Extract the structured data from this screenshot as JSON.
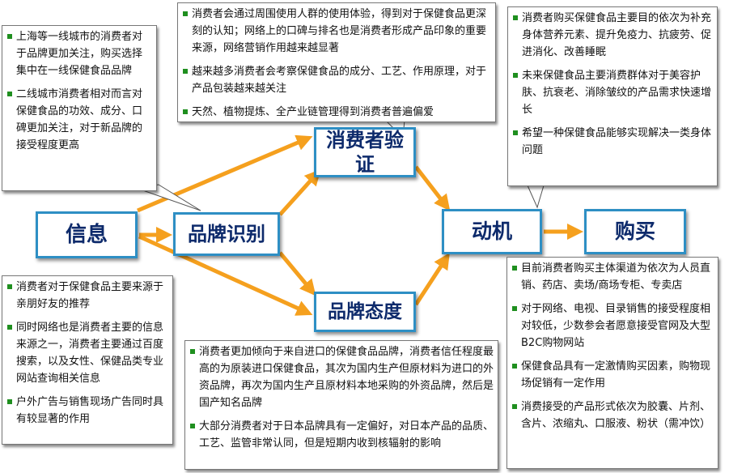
{
  "nodes": {
    "info": "信息",
    "brand_recognition": "品牌识别",
    "consumer_verification": "消费者验证",
    "brand_attitude": "品牌态度",
    "motivation": "动机",
    "purchase": "购买"
  },
  "notes": {
    "top_left": [
      "上海等一线城市的消费者对于品牌更加关注，购买选择集中在一线保健食品品牌",
      "二线城市消费者相对而言对保健食品的功效、成分、口碑更加关注，对于新品牌的接受程度更高"
    ],
    "top_center": [
      "消费者会通过周围使用人群的使用体验，得到对于保健食品更深刻的认知；网络上的口碑与排名也是消费者形成产品印象的重要来源，网络营销作用越来越显著",
      "越来越多消费者会考察保健食品的成分、工艺、作用原理，对于产品包装越来越关注",
      "天然、植物提炼、全产业链管理得到消费者普遍偏爱"
    ],
    "top_right": [
      "消费者购买保健食品主要目的依次为补充身体营养元素、提升免疫力、抗疲劳、促进消化、改善睡眠",
      "未来保健食品主要消费群体对于美容护肤、抗衰老、消除皱纹的产品需求快速增长",
      "希望一种保健食品能够实现解决一类身体问题"
    ],
    "bottom_left": [
      "消费者对于保健食品主要来源于亲朋好友的推荐",
      "同时网络也是消费者主要的信息来源之一，消费者主要通过百度搜索，以及女性、保健品类专业网站查询相关信息",
      "户外广告与销售现场广告同时具有较显著的作用"
    ],
    "bottom_center": [
      "消费者更加倾向于来自进口的保健食品品牌，消费者信任程度最高的为原装进口保健食品，其次为国内生产但原材料为进口的外资品牌，再次为国内生产且原材料本地采购的外资品牌，然后是国产知名品牌",
      "大部分消费者对于日本品牌具有一定偏好，对日本产品的品质、工艺、监管非常认同，但是短期内收到核辐射的影响"
    ],
    "bottom_right": [
      "目前消费者购买主体渠道为依次为人员直销、药店、卖场/商场专柜、专卖店",
      "对于网络、电视、目录销售的接受程度相对较低，少数参会者愿意接受官网及大型B2C购物网站",
      "保健食品具有一定激情购买因素，购物现场促销有一定作用",
      "消费接受的产品形式依次为胶囊、片剂、含片、浓缩丸、口服液、粉状（需冲饮）"
    ]
  },
  "colors": {
    "arrow": "#f5a01e",
    "node_border": "#2e8fc4",
    "node_text": "#0d2a6b",
    "bullet": "#1f8f1f"
  }
}
